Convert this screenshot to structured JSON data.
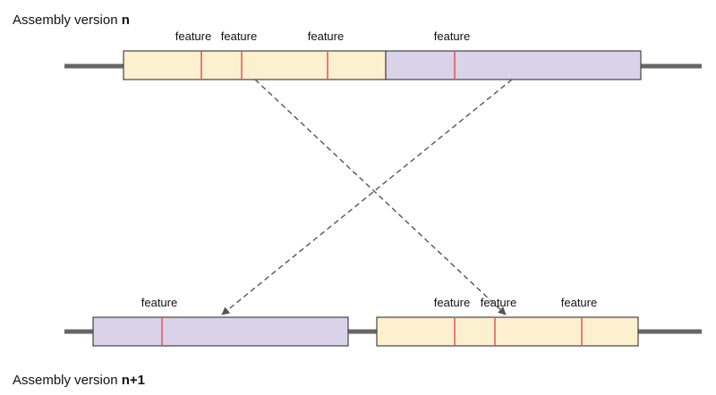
{
  "labels": {
    "top_prefix": "Assembly version ",
    "top_version": "n",
    "bottom_prefix": "Assembly version ",
    "bottom_version": "n+1"
  },
  "feature_text": "feature",
  "colors": {
    "chromosome_line": "#666666",
    "block_a_fill": "#fdf0cf",
    "block_b_fill": "#d9d2e9",
    "block_stroke": "#444444",
    "feature_mark": "#e05555",
    "arrow": "#555555"
  },
  "top_row": {
    "block_a_feature_count": 3,
    "block_b_feature_count": 1
  },
  "bottom_row": {
    "block_b_feature_count": 1,
    "block_a_feature_count": 3
  },
  "mapping": [
    {
      "from": "block A (version n)",
      "to": "block A (version n+1)"
    },
    {
      "from": "block B (version n)",
      "to": "block B (version n+1)"
    }
  ]
}
